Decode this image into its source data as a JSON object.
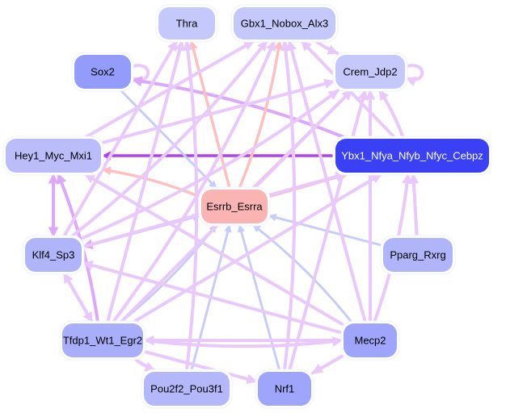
{
  "diagram": {
    "type": "directed-network",
    "nodes": [
      {
        "id": "thra",
        "label": "Thra",
        "fill": "#c4c8fb",
        "text": "#000000"
      },
      {
        "id": "gbx1",
        "label": "Gbx1_Nobox_Alx3",
        "fill": "#c4c8fb",
        "text": "#000000"
      },
      {
        "id": "sox2",
        "label": "Sox2",
        "fill": "#949cfb",
        "text": "#000000"
      },
      {
        "id": "crem",
        "label": "Crem_Jdp2",
        "fill": "#c4c8fb",
        "text": "#000000"
      },
      {
        "id": "hey1",
        "label": "Hey1_Myc_Mxi1",
        "fill": "#babdfa",
        "text": "#000000"
      },
      {
        "id": "ybx1",
        "label": "Ybx1_Nfya_Nfyb_Nfyc_Cebpz",
        "fill": "#3a41f4",
        "text": "#ffffff"
      },
      {
        "id": "esrrb",
        "label": "Esrrb_Esrra",
        "fill": "#fbb4b4",
        "text": "#000000"
      },
      {
        "id": "klf4",
        "label": "Klf4_Sp3",
        "fill": "#b0b5fa",
        "text": "#000000"
      },
      {
        "id": "pparg",
        "label": "Pparg_Rxrg",
        "fill": "#b0b5fa",
        "text": "#000000"
      },
      {
        "id": "tfdp1",
        "label": "Tfdp1_Wt1_Egr2",
        "fill": "#a8aefa",
        "text": "#000000"
      },
      {
        "id": "mecp2",
        "label": "Mecp2",
        "fill": "#9ea5fa",
        "text": "#000000"
      },
      {
        "id": "pou2f2",
        "label": "Pou2f2_Pou3f1",
        "fill": "#b4b8fa",
        "text": "#000000"
      },
      {
        "id": "nrf1",
        "label": "Nrf1",
        "fill": "#9ea5fa",
        "text": "#000000"
      }
    ],
    "edge_colors": {
      "activation": "#e9c8fb",
      "strong": "#b040f0",
      "medium": "#dda8f8",
      "repression": "#c8ccf8",
      "red": "#fdc0c0"
    },
    "edges": [
      {
        "from": "sox2",
        "to": "sox2",
        "kind": "activation"
      },
      {
        "from": "crem",
        "to": "crem",
        "kind": "activation"
      },
      {
        "from": "ybx1",
        "to": "hey1",
        "kind": "strong"
      },
      {
        "from": "ybx1",
        "to": "sox2",
        "kind": "medium"
      },
      {
        "from": "sox2",
        "to": "esrrb",
        "kind": "repression"
      },
      {
        "from": "esrrb",
        "to": "thra",
        "kind": "red"
      },
      {
        "from": "esrrb",
        "to": "gbx1",
        "kind": "red"
      },
      {
        "from": "esrrb",
        "to": "crem",
        "kind": "red"
      },
      {
        "from": "esrrb",
        "to": "ybx1",
        "kind": "red"
      },
      {
        "from": "esrrb",
        "to": "hey1",
        "kind": "red"
      },
      {
        "from": "pparg",
        "to": "esrrb",
        "kind": "repression"
      },
      {
        "from": "klf4",
        "to": "esrrb",
        "kind": "repression"
      },
      {
        "from": "tfdp1",
        "to": "esrrb",
        "kind": "repression"
      },
      {
        "from": "pou2f2",
        "to": "esrrb",
        "kind": "repression"
      },
      {
        "from": "nrf1",
        "to": "esrrb",
        "kind": "repression"
      },
      {
        "from": "mecp2",
        "to": "esrrb",
        "kind": "repression"
      },
      {
        "from": "hey1",
        "to": "klf4",
        "kind": "medium"
      },
      {
        "from": "klf4",
        "to": "hey1",
        "kind": "medium"
      },
      {
        "from": "tfdp1",
        "to": "hey1",
        "kind": "medium"
      },
      {
        "from": "klf4",
        "to": "tfdp1",
        "kind": "activation"
      },
      {
        "from": "tfdp1",
        "to": "klf4",
        "kind": "activation"
      },
      {
        "from": "tfdp1",
        "to": "mecp2",
        "kind": "activation"
      },
      {
        "from": "mecp2",
        "to": "tfdp1",
        "kind": "activation"
      },
      {
        "from": "tfdp1",
        "to": "nrf1",
        "kind": "activation"
      },
      {
        "from": "tfdp1",
        "to": "pou2f2",
        "kind": "activation"
      },
      {
        "from": "mecp2",
        "to": "nrf1",
        "kind": "activation"
      },
      {
        "from": "hey1",
        "to": "gbx1",
        "kind": "activation"
      },
      {
        "from": "klf4",
        "to": "gbx1",
        "kind": "activation"
      },
      {
        "from": "klf4",
        "to": "thra",
        "kind": "activation"
      },
      {
        "from": "tfdp1",
        "to": "thra",
        "kind": "activation"
      },
      {
        "from": "tfdp1",
        "to": "gbx1",
        "kind": "activation"
      },
      {
        "from": "tfdp1",
        "to": "crem",
        "kind": "activation"
      },
      {
        "from": "tfdp1",
        "to": "ybx1",
        "kind": "activation"
      },
      {
        "from": "pou2f2",
        "to": "thra",
        "kind": "activation"
      },
      {
        "from": "mecp2",
        "to": "gbx1",
        "kind": "activation"
      },
      {
        "from": "mecp2",
        "to": "crem",
        "kind": "activation"
      },
      {
        "from": "mecp2",
        "to": "ybx1",
        "kind": "activation"
      },
      {
        "from": "mecp2",
        "to": "klf4",
        "kind": "activation"
      },
      {
        "from": "mecp2",
        "to": "hey1",
        "kind": "activation"
      },
      {
        "from": "nrf1",
        "to": "gbx1",
        "kind": "activation"
      },
      {
        "from": "nrf1",
        "to": "crem",
        "kind": "activation"
      },
      {
        "from": "ybx1",
        "to": "gbx1",
        "kind": "activation"
      },
      {
        "from": "ybx1",
        "to": "crem",
        "kind": "activation"
      },
      {
        "from": "ybx1",
        "to": "klf4",
        "kind": "medium"
      },
      {
        "from": "klf4",
        "to": "ybx1",
        "kind": "activation"
      },
      {
        "from": "gbx1",
        "to": "crem",
        "kind": "activation"
      },
      {
        "from": "hey1",
        "to": "crem",
        "kind": "activation"
      },
      {
        "from": "pparg",
        "to": "ybx1",
        "kind": "activation"
      },
      {
        "from": "klf4",
        "to": "crem",
        "kind": "activation"
      }
    ]
  }
}
